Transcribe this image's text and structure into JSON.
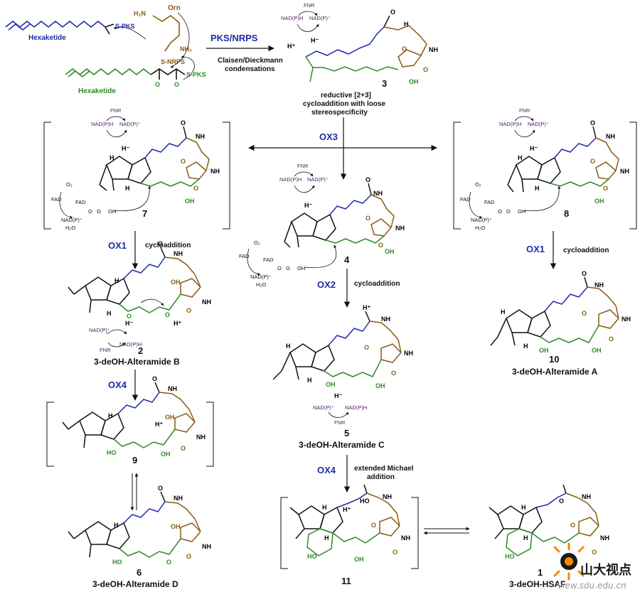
{
  "top": {
    "hexaketide_1": "Hexaketide",
    "hexaketide_2": "Hexaketide",
    "spks_1": "S-PKS",
    "spks_2": "S-PKS",
    "snrps": "S-NRPS",
    "orn": "Orn",
    "h2n": "H₂N",
    "nh2": "NH₂",
    "pks_nrps": "PKS/NRPS",
    "claisen_1": "Claisen/Dieckmann",
    "claisen_2": "condensations"
  },
  "conditions": {
    "reductive_1": "reductive [2+3]",
    "reductive_2": "cycloaddition with loose",
    "reductive_3": "stereospecificity",
    "cycloaddition": "cycloaddition",
    "extended_1": "extended Michael",
    "extended_2": "addition"
  },
  "enzymes": {
    "ox3": "OX3",
    "ox1_left": "OX1",
    "ox1_right": "OX1",
    "ox2": "OX2",
    "ox4_left": "OX4",
    "ox4_right": "OX4"
  },
  "cofactors": {
    "fnr": "FNR",
    "nadph": "NAD(P)H",
    "nadp": "NAD(P)⁺",
    "fad": "FAD",
    "o2": "O₂",
    "h2o": "H₂O"
  },
  "atoms": {
    "h_minus": "H⁻",
    "h_plus": "H⁺",
    "h": "H",
    "o": "O",
    "oh": "OH",
    "nh": "NH",
    "ho": "HO"
  },
  "compounds": {
    "c3": "3",
    "c7": "7",
    "c8": "8",
    "c4": "4",
    "c2": "2",
    "c2_name": "3-deOH-Alteramide B",
    "c10": "10",
    "c10_name": "3-deOH-Alteramide A",
    "c9": "9",
    "c5": "5",
    "c5_name": "3-deOH-Alteramide C",
    "c6": "6",
    "c6_name": "3-deOH-Alteramide D",
    "c11": "11",
    "c1": "1",
    "c1_name": "3-deOH-HSAF"
  },
  "watermark": {
    "brand": "山大视点",
    "url": "view.sdu.edu.cn"
  },
  "colors": {
    "blue_chain": "#1f2aa8",
    "brown_chain": "#8a5a12",
    "green_chain": "#2f8a2a",
    "purple_cofactor": "#4a1d5e",
    "enzyme_label": "#1f2aa8"
  }
}
